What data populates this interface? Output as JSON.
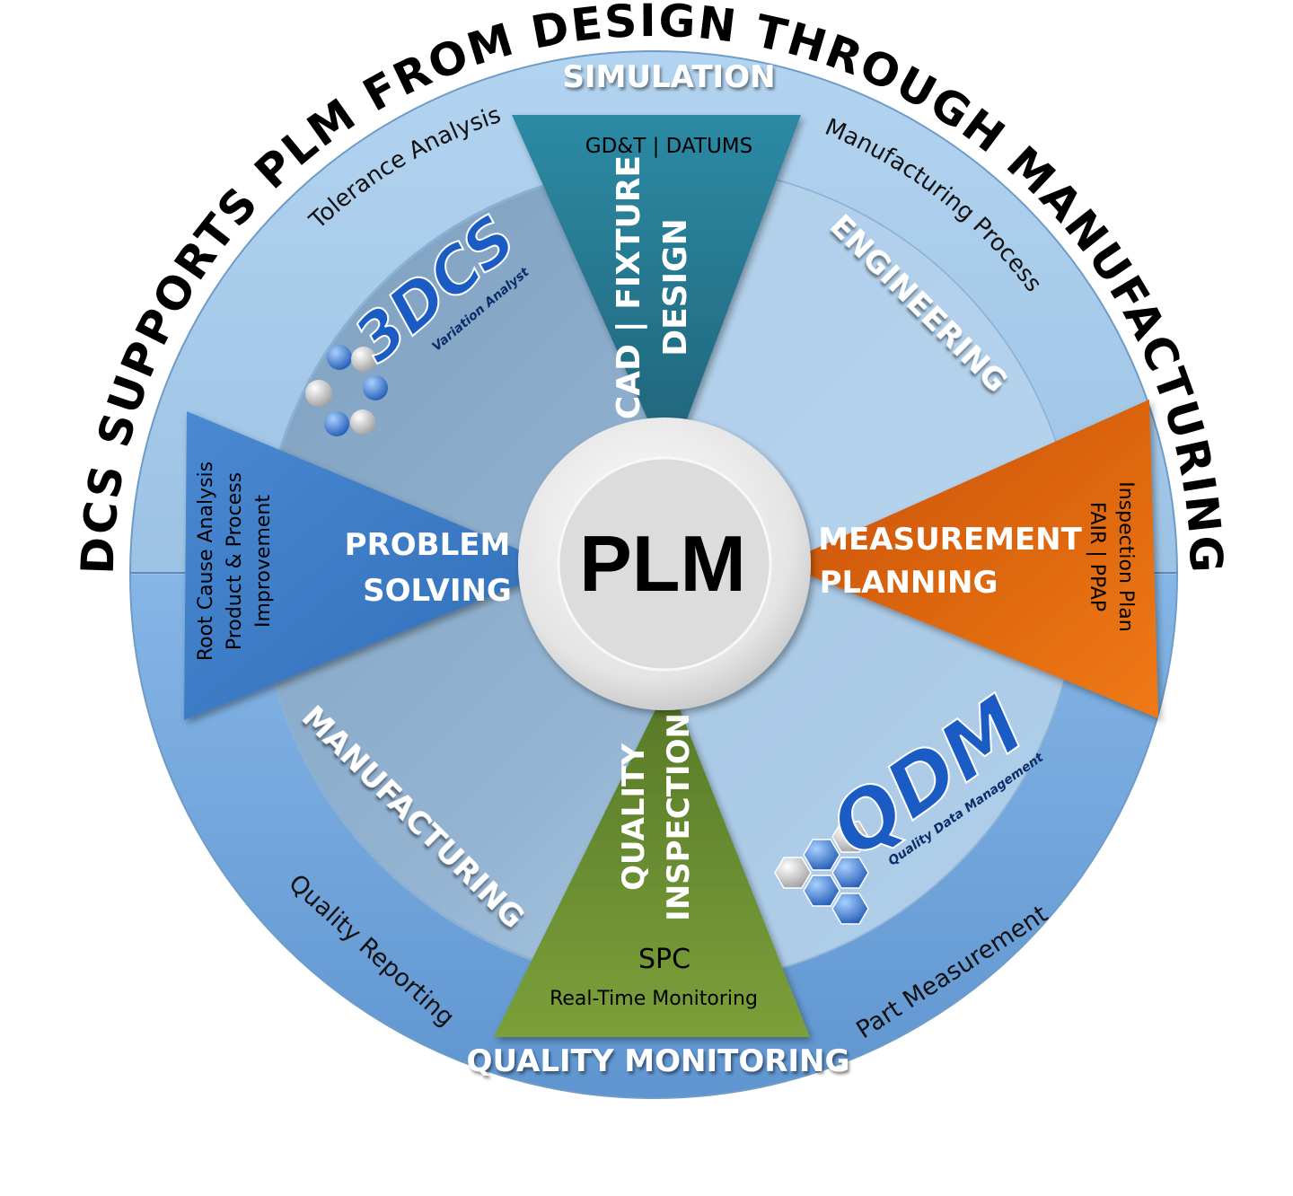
{
  "header_arc": "DCS  SUPPORTS  PLM  FROM  DESIGN  THROUGH  MANUFACTURING",
  "center": "PLM",
  "outer_ring": {
    "simulation": "SIMULATION",
    "quality_monitoring": "QUALITY MONITORING",
    "tolerance_analysis": "Tolerance Analysis",
    "manufacturing_process": "Manufacturing Process",
    "quality_reporting": "Quality Reporting",
    "part_measurement": "Part Measurement"
  },
  "quadrants": {
    "engineering": "ENGINEERING",
    "manufacturing": "MANUFACTURING"
  },
  "wedges": {
    "cad": {
      "top_label": "GD&T | DATUMS",
      "title_line1": "CAD  |  FIXTURE",
      "title_line2": "DESIGN",
      "color": "#2a7d94"
    },
    "measurement": {
      "title_line1": "MEASUREMENT",
      "title_line2": "PLANNING",
      "side_line1": "Inspection Plan",
      "side_line2": "FAIR  |  PPAP",
      "color": "#e06410"
    },
    "quality": {
      "title_line1": "QUALITY",
      "title_line2": "INSPECTION",
      "sub1": "SPC",
      "sub2": "Real-Time Monitoring",
      "color": "#6a8f2e"
    },
    "problem": {
      "title_line1": "PROBLEM",
      "title_line2": "SOLVING",
      "side_line1": "Root Cause Analysis",
      "side_line2": "Product & Process",
      "side_line3": "Improvement",
      "color": "#3f7ec8"
    }
  },
  "logos": {
    "dcs_mark": "3DCS",
    "dcs_tag": "Variation Analyst",
    "qdm_mark": "QDM",
    "qdm_tag": "Quality Data Management"
  },
  "colors": {
    "outer_top": "#a3c8e8",
    "outer_bottom": "#7fb1e3",
    "inner_top_left": "#7fa3c4",
    "inner_right": "#b4d2ee",
    "title_text": "#000000"
  }
}
